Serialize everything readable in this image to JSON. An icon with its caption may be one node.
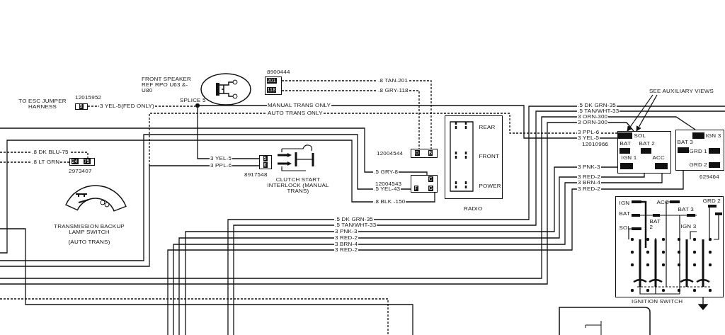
{
  "diagram": {
    "nodes": [
      {
        "text": [
          "5"
        ],
        "beside": [
          "TO ESC JUMPER HARNESS",
          "12015952"
        ]
      },
      {
        "text": [],
        "shape": "circle",
        "beside": [
          "FRONT SPEAKER REF RPO U63 &-U80"
        ]
      },
      {
        "text": [
          "201",
          "118"
        ],
        "beside": [
          "8900444"
        ]
      },
      {
        "text": [
          "24",
          "75"
        ],
        "beside": [
          "2973407"
        ]
      },
      {
        "text": [],
        "shape": "circle",
        "beside": [
          "SPLICE 5"
        ]
      },
      {
        "text": [
          "5",
          "6"
        ],
        "beside": [
          "8917548"
        ]
      },
      {
        "text": [],
        "shape": "picture",
        "beside": [
          "CLUTCH START INTERLOCK (MANUAL TRANS)"
        ]
      },
      {
        "text": [
          "D",
          "B"
        ],
        "beside": [
          "12004544"
        ]
      },
      {
        "text": [
          "F",
          "C",
          "G"
        ],
        "beside": [
          "12004543"
        ]
      },
      {
        "text": [
          "REAR",
          "FRONT",
          "POWER"
        ],
        "beside": [
          "RADIO"
        ]
      },
      {
        "text": [],
        "shape": "picture",
        "beside": [
          "TRANSMISSION BACKUP LAMP SWITCH",
          "(AUTO TRANS)"
        ]
      },
      {
        "text": [
          "SOL",
          "BAT",
          "BAT 2",
          "IGN 1",
          "ACC"
        ],
        "beside": [
          "12010966"
        ]
      },
      {
        "text": [
          "IGN 3",
          "BAT 3",
          "GRD 1",
          "GRD 2"
        ],
        "beside": [
          "629464"
        ]
      },
      {
        "text": [
          "IGN",
          "ACC",
          "BAT",
          "BAT 2",
          "BAT 3",
          "SOL",
          "IGN 3",
          "GRD 2"
        ],
        "beside": [
          "IGNITION SWITCH"
        ]
      },
      {
        "text": [],
        "shape": "box"
      },
      {
        "text": [
          "SEE AUXILIARY VIEWS"
        ]
      }
    ],
    "edges": [
      {
        "from": 0,
        "to": 4,
        "arrow": "none",
        "label": "3 YEL-5(FED ONLY)",
        "style": "dashed"
      },
      {
        "from": 4,
        "to": 5,
        "arrow": "none",
        "label": "3 YEL-5"
      },
      {
        "from": null,
        "to": 5,
        "arrow": "none",
        "label": "3 PPL-6"
      },
      {
        "from": 2,
        "to": 7,
        "arrow": "none",
        "label": ".8 TAN-201",
        "style": "dashed"
      },
      {
        "from": 2,
        "to": 7,
        "arrow": "none",
        "label": ".8 GRY-118",
        "style": "dashed"
      },
      {
        "from": 4,
        "to": 11,
        "arrow": "none",
        "label": "MANUAL TRANS ONLY"
      },
      {
        "from": null,
        "to": 11,
        "arrow": "none",
        "label": "AUTO TRANS ONLY",
        "style": "dashed"
      },
      {
        "from": null,
        "to": 3,
        "arrow": "none",
        "label": ".8 DK BLU-75",
        "style": "dashed"
      },
      {
        "from": null,
        "to": 3,
        "arrow": "none",
        "label": ".8 LT GRN",
        "style": "dashed"
      },
      {
        "from": null,
        "to": 8,
        "arrow": "none",
        "label": ".5 GRY-8"
      },
      {
        "from": null,
        "to": 8,
        "arrow": "none",
        "label": ".5 YEL-43"
      },
      {
        "from": null,
        "to": 8,
        "arrow": "none",
        "label": ".8 BLK -150"
      },
      {
        "from": null,
        "to": 12,
        "arrow": "none",
        "label": "3 ORN-300"
      },
      {
        "from": null,
        "to": 11,
        "arrow": "none",
        "label": "3 ORN-300"
      },
      {
        "from": null,
        "to": 11,
        "arrow": "none",
        "label": "3 PNK-3"
      },
      {
        "from": null,
        "to": 11,
        "arrow": "none",
        "label": "3 RED-2"
      },
      {
        "from": null,
        "to": 11,
        "arrow": "none",
        "label": "3 BRN-4"
      },
      {
        "from": null,
        "to": 12,
        "arrow": "none",
        "label": "3 RED-2"
      },
      {
        "from": 15,
        "to": 11,
        "arrow": "to"
      },
      {
        "from": 15,
        "to": 11,
        "arrow": "to"
      }
    ],
    "labels": [
      ".5 DK GRN-35",
      ".5 TAN/WHT-33",
      "3 PPL-6",
      "3 YEL-5",
      ".5 DK GRN-35",
      ".5 TAN/WHT-33",
      "3 PNK-3",
      "3 RED-2",
      "3 BRN-4",
      "3 RED-2"
    ]
  }
}
